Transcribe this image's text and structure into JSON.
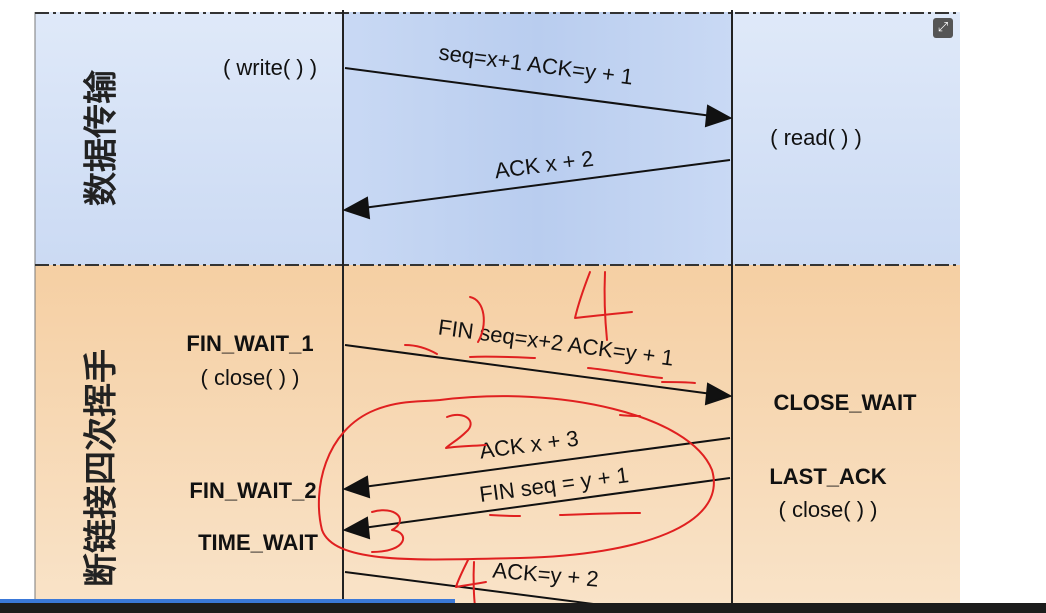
{
  "phases": [
    {
      "label": "数据传输",
      "color": "#d8e4f7"
    },
    {
      "label": "断链接四次挥手",
      "color": "#f7d9b6"
    }
  ],
  "labels": {
    "write": "( write( ) )",
    "read": "( read( ) )",
    "fin_wait_1": "FIN_WAIT_1",
    "close_client": "( close( ) )",
    "close_wait": "CLOSE_WAIT",
    "last_ack": "LAST_ACK",
    "close_server": "( close( ) )",
    "fin_wait_2": "FIN_WAIT_2",
    "time_wait": "TIME_WAIT"
  },
  "messages": [
    {
      "id": "m1",
      "text": "seq=x+1 ACK=y + 1",
      "direction": "right"
    },
    {
      "id": "m2",
      "text": "ACK x + 2",
      "direction": "left"
    },
    {
      "id": "m3",
      "text": "FIN seq=x+2 ACK=y + 1",
      "direction": "right"
    },
    {
      "id": "m4",
      "text": "ACK x + 3",
      "direction": "left"
    },
    {
      "id": "m5",
      "text": "FIN seq = y + 1",
      "direction": "left"
    },
    {
      "id": "m6",
      "text": "ACK=y + 2",
      "direction": "right"
    }
  ],
  "annotations": {
    "color": "#e02020",
    "marks": [
      "1",
      "4",
      "2",
      "3",
      "4"
    ]
  },
  "player": {
    "progress": 0.435
  }
}
